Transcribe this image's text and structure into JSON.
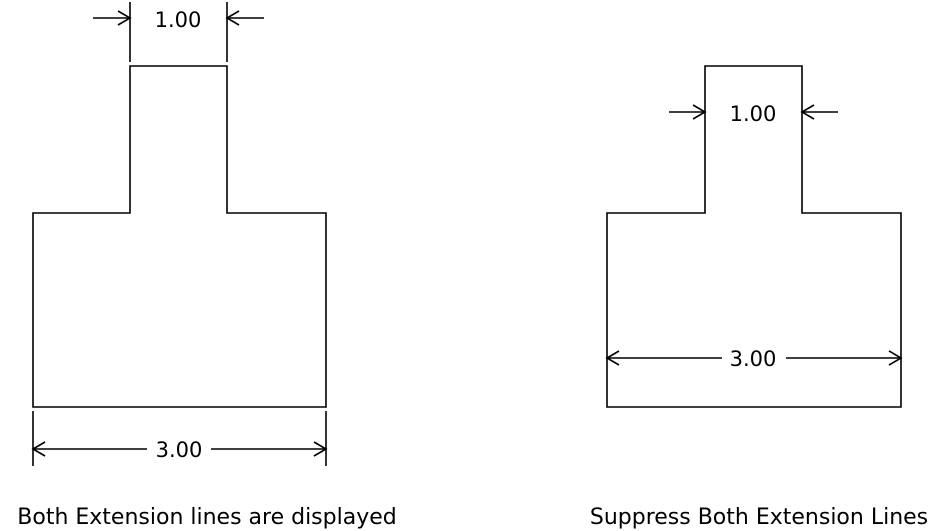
{
  "left_figure": {
    "top_dimension": "1.00",
    "bottom_dimension": "3.00",
    "caption": "Both Extension lines are displayed"
  },
  "right_figure": {
    "top_dimension": "1.00",
    "bottom_dimension": "3.00",
    "caption": "Suppress Both Extension Lines"
  }
}
